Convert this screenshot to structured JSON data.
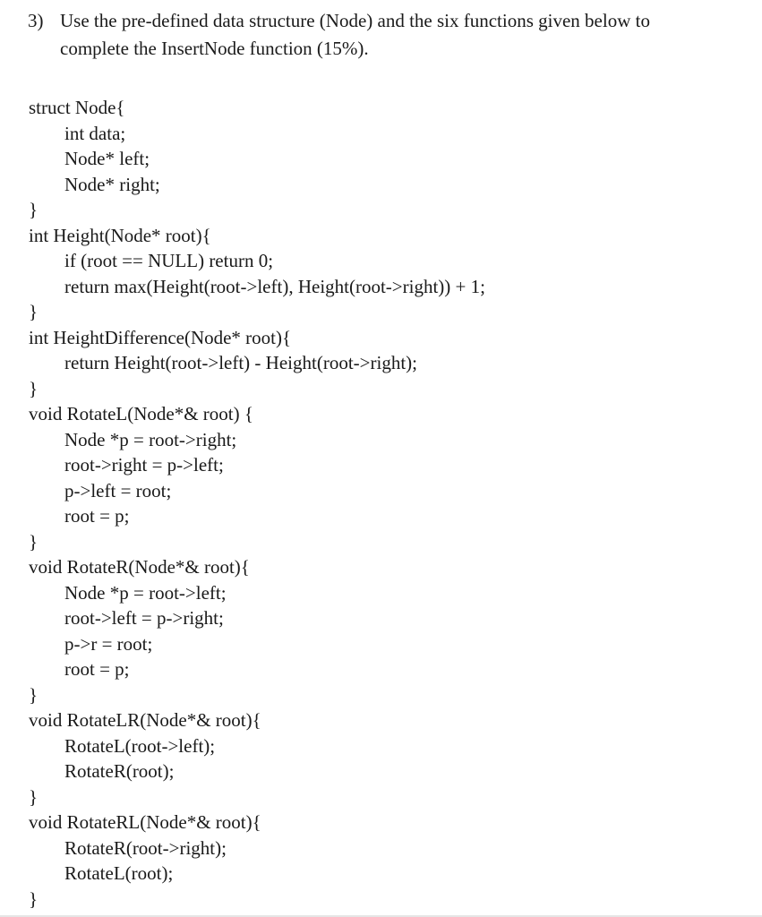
{
  "question": {
    "number": "3)",
    "line1": "Use the pre-defined data structure (Node) and the six functions given below to",
    "line2": "complete the InsertNode function (15%)."
  },
  "code_lines": [
    {
      "text": "struct Node{",
      "indent": 0
    },
    {
      "text": "int data;",
      "indent": 1
    },
    {
      "text": "Node* left;",
      "indent": 1
    },
    {
      "text": "Node* right;",
      "indent": 1
    },
    {
      "text": "}",
      "indent": 0
    },
    {
      "text": "int Height(Node* root){",
      "indent": 0
    },
    {
      "text": "if (root == NULL) return 0;",
      "indent": 1
    },
    {
      "text": "return max(Height(root->left), Height(root->right)) + 1;",
      "indent": 1
    },
    {
      "text": "}",
      "indent": 0
    },
    {
      "text": "int HeightDifference(Node* root){",
      "indent": 0
    },
    {
      "text": "return Height(root->left) - Height(root->right);",
      "indent": 1
    },
    {
      "text": "}",
      "indent": 0
    },
    {
      "text": "void RotateL(Node*& root) {",
      "indent": 0
    },
    {
      "text": "Node *p = root->right;",
      "indent": 1
    },
    {
      "text": "root->right = p->left;",
      "indent": 1
    },
    {
      "text": "p->left = root;",
      "indent": 1
    },
    {
      "text": "root = p;",
      "indent": 1
    },
    {
      "text": "}",
      "indent": 0
    },
    {
      "text": "void RotateR(Node*& root){",
      "indent": 0
    },
    {
      "text": "Node *p = root->left;",
      "indent": 1
    },
    {
      "text": "root->left = p->right;",
      "indent": 1
    },
    {
      "text": "p->r = root;",
      "indent": 1
    },
    {
      "text": "root = p;",
      "indent": 1
    },
    {
      "text": "}",
      "indent": 0
    },
    {
      "text": "void RotateLR(Node*& root){",
      "indent": 0
    },
    {
      "text": "RotateL(root->left);",
      "indent": 1
    },
    {
      "text": "RotateR(root);",
      "indent": 1
    },
    {
      "text": "}",
      "indent": 0
    },
    {
      "text": "void RotateRL(Node*& root){",
      "indent": 0
    },
    {
      "text": "RotateR(root->right);",
      "indent": 1
    },
    {
      "text": "RotateL(root);",
      "indent": 1
    },
    {
      "text": "}",
      "indent": 0
    }
  ]
}
